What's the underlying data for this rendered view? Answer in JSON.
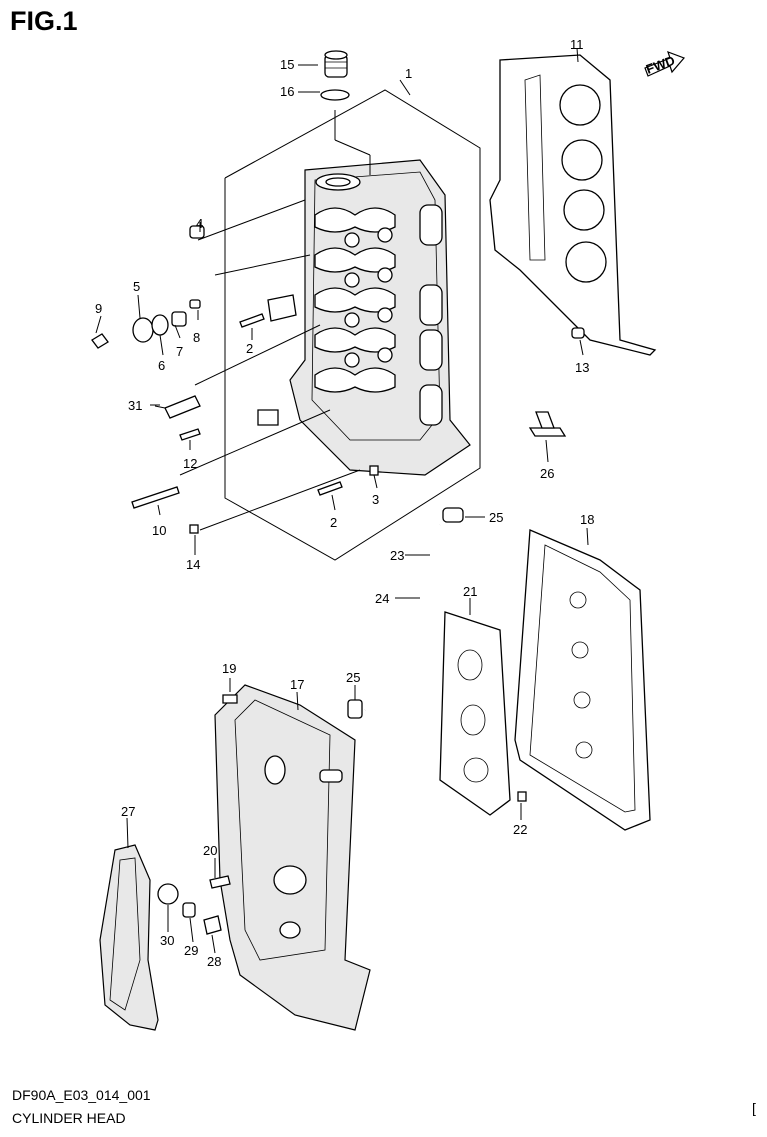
{
  "figure": {
    "title": "FIG.1",
    "diagram_code": "DF90A_E03_014_001",
    "section_name": "CYLINDER HEAD",
    "bracket": "[",
    "fwd_label": "FWD"
  },
  "callouts": [
    "1",
    "2",
    "2",
    "3",
    "4",
    "5",
    "6",
    "7",
    "8",
    "9",
    "10",
    "11",
    "12",
    "13",
    "14",
    "15",
    "16",
    "17",
    "18",
    "19",
    "20",
    "21",
    "22",
    "23",
    "24",
    "25",
    "25",
    "26",
    "27",
    "28",
    "29",
    "30",
    "31"
  ]
}
